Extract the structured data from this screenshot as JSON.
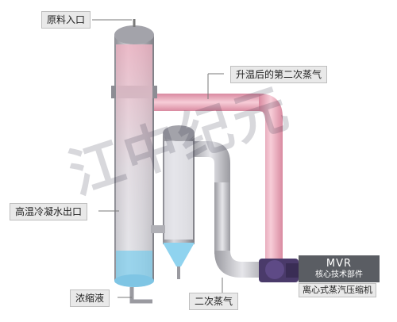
{
  "labels": {
    "inlet": "原料入口",
    "steam2_heated": "升温后的第二次蒸气",
    "condensate_out": "高温冷凝水出口",
    "concentrate": "浓缩液",
    "steam2": "二次蒸气"
  },
  "mvr": {
    "title": "MVR",
    "subtitle": "核心技术部件",
    "compressor": "离心式蒸汽压缩机"
  },
  "watermark": "江中纪元",
  "colors": {
    "vessel_shell": "#a8a8ae",
    "steam_pink": "#f2b8c6",
    "liquid_blue": "#8fd3ef",
    "leader_line": "#7a7a7a",
    "compressor": "#4a3a6a"
  }
}
